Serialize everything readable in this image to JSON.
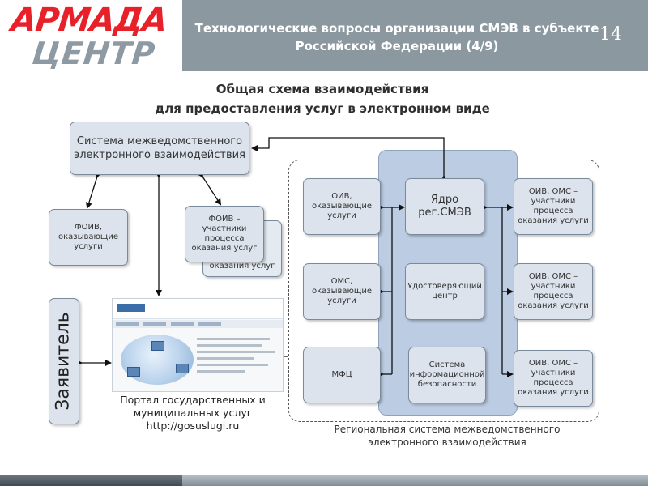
{
  "header": {
    "logo_line1": "АРМАДА",
    "logo_line2": "ЦЕНТР",
    "title": "Технологические вопросы организации СМЭВ в субъекте Российской Федерации (4/9)",
    "page_number": "14"
  },
  "diagram": {
    "title_line1": "Общая схема взаимодействия",
    "title_line2": "для предоставления услуг в электронном виде",
    "smev_system": "Система межведомственного электронного взаимодействия",
    "foiv": "ФОИВ, оказывающие услуги",
    "foiv_participants": "ФОИВ – участники процесса оказания услуг",
    "foiv_participants_back": "оказания услуг",
    "applicant": "Заявитель",
    "portal_caption_line1": "Портал государственных и",
    "portal_caption_line2": "муниципальных услуг",
    "portal_caption_line3": "http://gosuslugi.ru",
    "regional": {
      "oiv_services": "ОИВ, оказывающие услуги",
      "oms_services": "ОМС, оказывающие услуги",
      "mfc": "МФЦ",
      "core_smev": "Ядро рег.СМЭВ",
      "certification_center": "Удостоверяющий центр",
      "info_security": "Система информационной безопасности",
      "oiv_oms_participants_1": "ОИВ, ОМС – участники процесса оказания услуги",
      "oiv_oms_participants_2": "ОИВ, ОМС – участники процесса оказания услуги",
      "oiv_oms_participants_3": "ОИВ, ОМС – участники процесса оказания услуги",
      "label_line1": "Региональная система межведомственного",
      "label_line2": "электронного взаимодействия"
    }
  },
  "colors": {
    "brand_red": "#e8202a",
    "brand_gray": "#8e9aa3",
    "header_band": "#8b989f",
    "box_fill": "#dce3ec",
    "core_column": "#bccde3"
  }
}
